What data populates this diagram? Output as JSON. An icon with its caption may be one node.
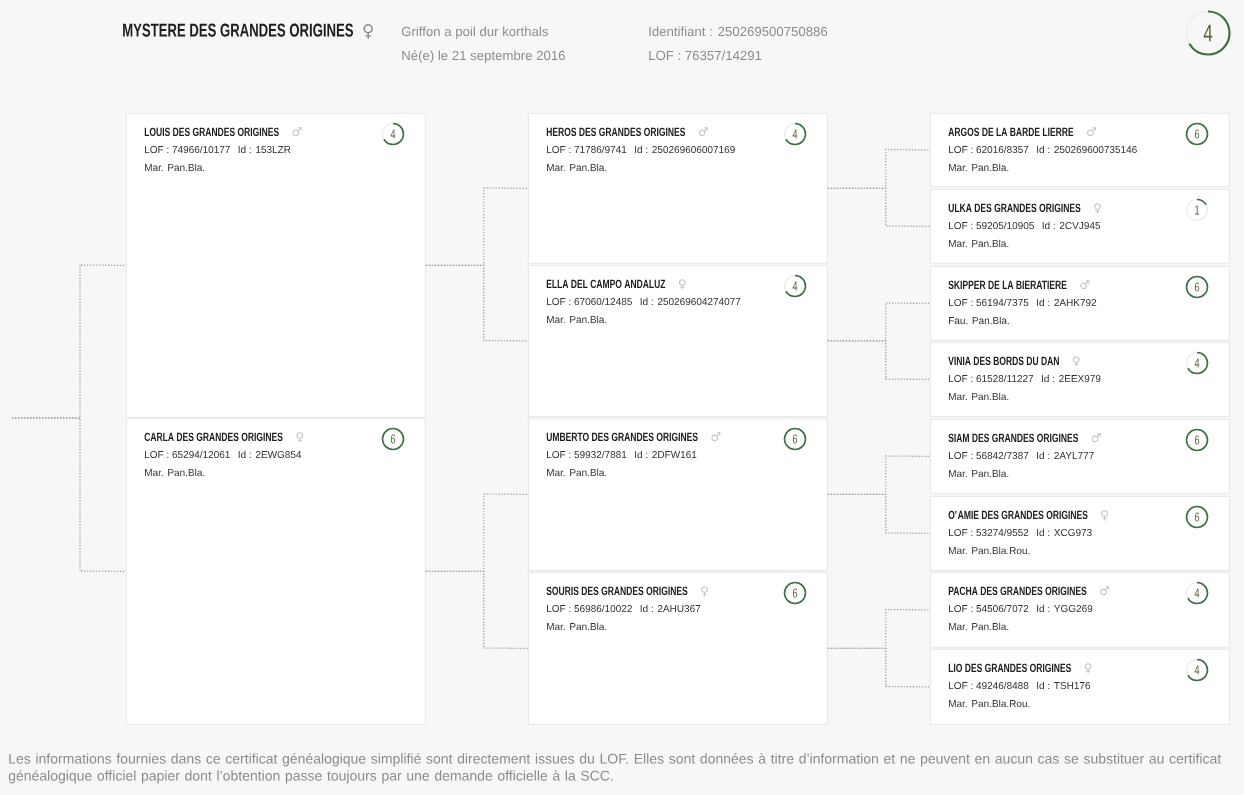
{
  "diagram": {
    "title": "MYSTERE DES GRANDES ORIGINES",
    "caption": "Les informations fournies dans ce certificat généalogique simplifié sont directement issues du LOF. Elles sont données à titre d’information et ne peuvent en aucun cas se substituer au certificat généalogique officiel papier dont l’obtention passe toujours par une demande officielle à la SCC.",
    "nodes": [
      {
        "text": [
          "4"
        ]
      },
      {
        "text": [
          "LOUIS DES GRANDES ORIGINES",
          "♂",
          "LOF : 74966/10177",
          "Id : 153LZR",
          "Mar. Pan.Bla."
        ]
      },
      {
        "text": [
          "4"
        ],
        "in": 1
      },
      {
        "text": [
          "HEROS DES GRANDES ORIGINES",
          "♂",
          "LOF : 71786/9741",
          "Id : 250269606007169",
          "Mar. Pan.Bla."
        ]
      },
      {
        "text": [
          "4"
        ],
        "in": 3
      },
      {
        "text": [
          "ARGOS DE LA BARDE LIERRE",
          "♂",
          "LOF : 62016/8357",
          "Id : 250269600735146",
          "Mar. Pan.Bla."
        ]
      },
      {
        "text": [
          "6"
        ],
        "in": 5
      },
      {
        "text": [
          "ULKA DES GRANDES ORIGINES",
          "♀",
          "LOF : 59205/10905",
          "Id : 2CVJ945",
          "Mar. Pan.Bla."
        ]
      },
      {
        "text": [
          "1"
        ],
        "in": 7
      },
      {
        "text": [
          "ELLA DEL CAMPO ANDALUZ",
          "♀",
          "LOF : 67060/12485",
          "Id : 250269604274077",
          "Mar. Pan.Bla."
        ]
      },
      {
        "text": [
          "4"
        ],
        "in": 9
      },
      {
        "text": [
          "SKIPPER DE LA BIERATIERE",
          "♂",
          "LOF : 56194/7375",
          "Id : 2AHK792",
          "Fau. Pan.Bla."
        ]
      },
      {
        "text": [
          "6"
        ],
        "in": 11
      },
      {
        "text": [
          "VINIA DES BORDS DU DAN",
          "♀",
          "LOF : 61528/11227",
          "Id : 2EEX979",
          "Mar. Pan.Bla."
        ]
      },
      {
        "text": [
          "4"
        ],
        "in": 13
      },
      {
        "text": [
          "CARLA DES GRANDES ORIGINES",
          "♀",
          "LOF : 65294/12061",
          "Id : 2EWG854",
          "Mar. Pan.Bla."
        ]
      },
      {
        "text": [
          "6"
        ],
        "in": 15
      },
      {
        "text": [
          "UMBERTO DES GRANDES ORIGINES",
          "♂",
          "LOF : 59932/7881",
          "Id : 2DFW161",
          "Mar. Pan.Bla."
        ]
      },
      {
        "text": [
          "6"
        ],
        "in": 17
      },
      {
        "text": [
          "SIAM DES GRANDES ORIGINES",
          "♂",
          "LOF : 56842/7387",
          "Id : 2AYL777",
          "Mar. Pan.Bla."
        ]
      },
      {
        "text": [
          "6"
        ],
        "in": 19
      },
      {
        "text": [
          "O'AMIE DES GRANDES ORIGINES",
          "♀",
          "LOF : 53274/9552",
          "Id : XCG973",
          "Mar. Pan.Bla.Rou."
        ]
      },
      {
        "text": [
          "6"
        ],
        "in": 21
      },
      {
        "text": [
          "SOURIS DES GRANDES ORIGINES",
          "♀",
          "LOF : 56986/10022",
          "Id : 2AHU367",
          "Mar. Pan.Bla."
        ]
      },
      {
        "text": [
          "6"
        ],
        "in": 23
      },
      {
        "text": [
          "PACHA DES GRANDES ORIGINES",
          "♂",
          "LOF : 54506/7072",
          "Id : YGG269",
          "Mar. Pan.Bla."
        ]
      },
      {
        "text": [
          "4"
        ],
        "in": 25
      },
      {
        "text": [
          "LIO DES GRANDES ORIGINES",
          "♀",
          "LOF : 49246/8488",
          "Id : TSH176",
          "Mar. Pan.Bla.Rou."
        ]
      },
      {
        "text": [
          "4"
        ],
        "in": 27
      }
    ],
    "edges": [
      {
        "from": null,
        "to": 1,
        "arrow": "none"
      },
      {
        "from": null,
        "to": 15,
        "arrow": "none"
      },
      {
        "from": 1,
        "to": 3,
        "arrow": "none"
      },
      {
        "from": 1,
        "to": 9,
        "arrow": "none"
      },
      {
        "from": 3,
        "to": 5,
        "arrow": "none"
      },
      {
        "from": 3,
        "to": 7,
        "arrow": "none"
      },
      {
        "from": 9,
        "to": 11,
        "arrow": "none"
      },
      {
        "from": 9,
        "to": 13,
        "arrow": "none"
      },
      {
        "from": 15,
        "to": 17,
        "arrow": "none"
      },
      {
        "from": 15,
        "to": 23,
        "arrow": "none"
      },
      {
        "from": 17,
        "to": 19,
        "arrow": "none"
      },
      {
        "from": 17,
        "to": 21,
        "arrow": "none"
      },
      {
        "from": 23,
        "to": 25,
        "arrow": "none"
      },
      {
        "from": 23,
        "to": 27,
        "arrow": "none"
      }
    ],
    "labels": [
      "♀",
      "Griffon a poil dur korthals",
      "Né(e) le 21 septembre 2016",
      "Identifiant : 250269500750886",
      "LOF : 76357/14291"
    ]
  }
}
